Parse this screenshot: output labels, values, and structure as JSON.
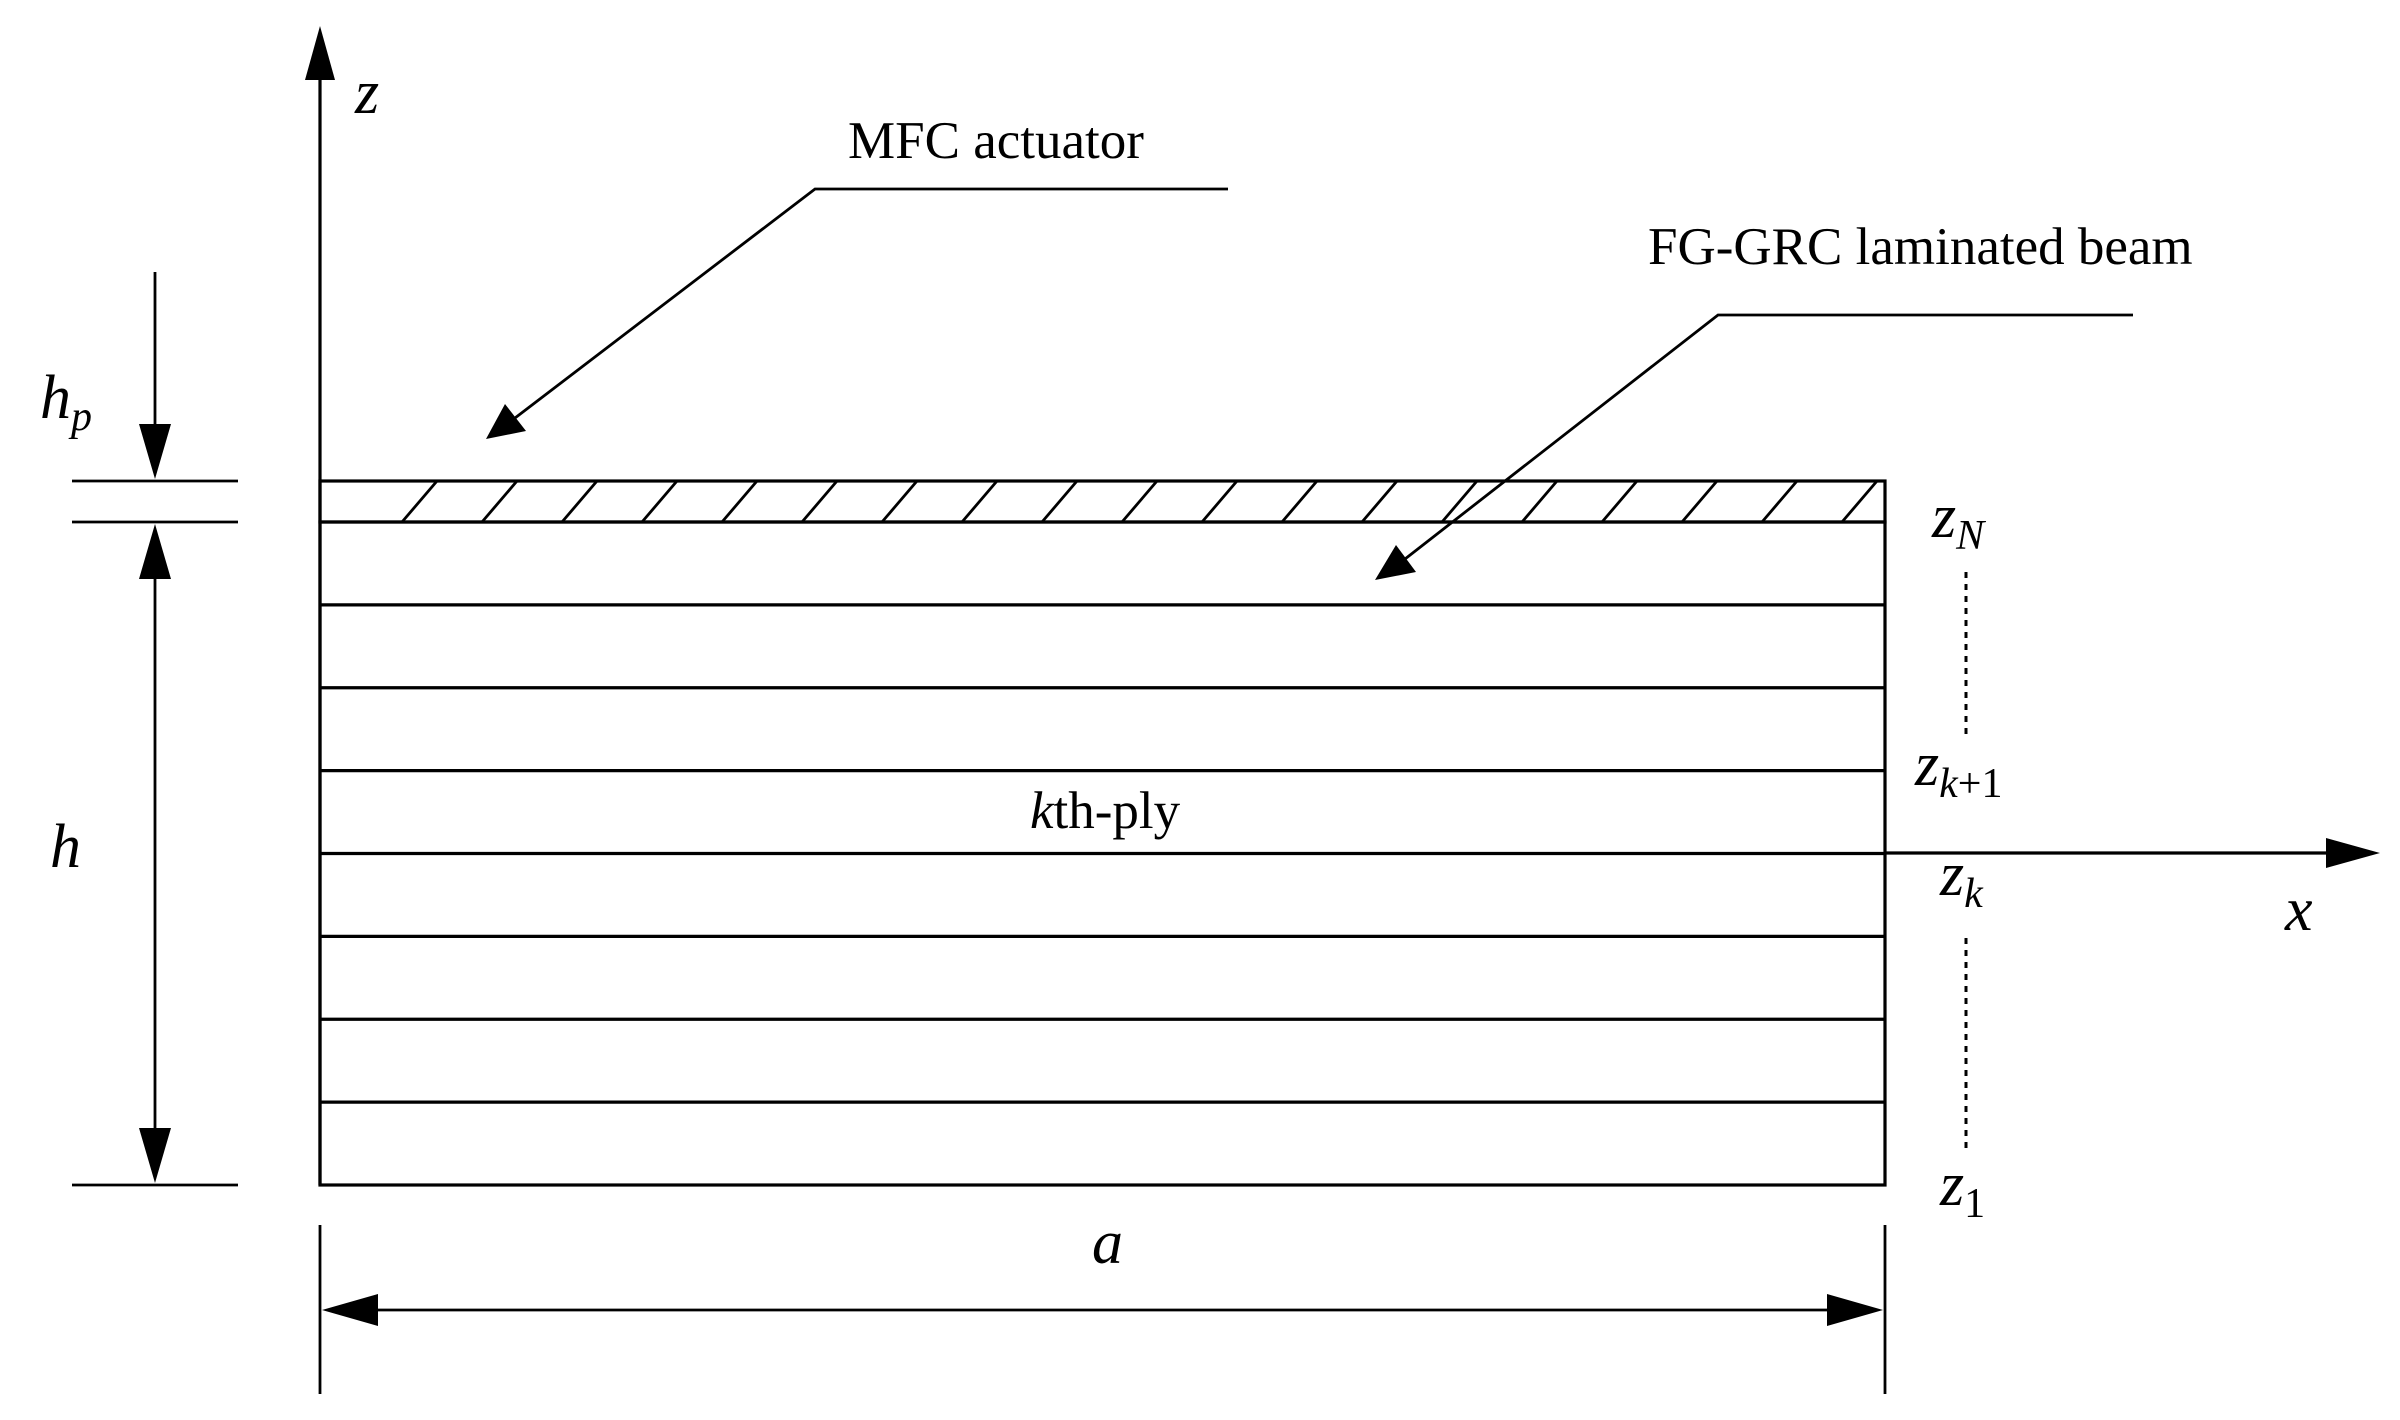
{
  "labels": {
    "axis_z": "z",
    "axis_x": "x",
    "mfc_actuator": "MFC actuator",
    "beam": "FG-GRC laminated beam",
    "ply_k": "k",
    "ply_rest": "th-ply",
    "length_a": "a",
    "thickness_h": "h",
    "thickness_hp_base": "h",
    "thickness_hp_sub": "p",
    "zN_base": "z",
    "zN_sub": "N",
    "zk1_base": "z",
    "zk1_sub_k": "k",
    "zk1_sub_rest": "+1",
    "zk_base": "z",
    "zk_sub": "k",
    "z1_base": "z",
    "z1_sub": "1"
  },
  "layers": {
    "ply_count": 8,
    "actuator_hatch_count": 19
  },
  "colors": {
    "stroke": "#000000",
    "background": "#ffffff"
  }
}
